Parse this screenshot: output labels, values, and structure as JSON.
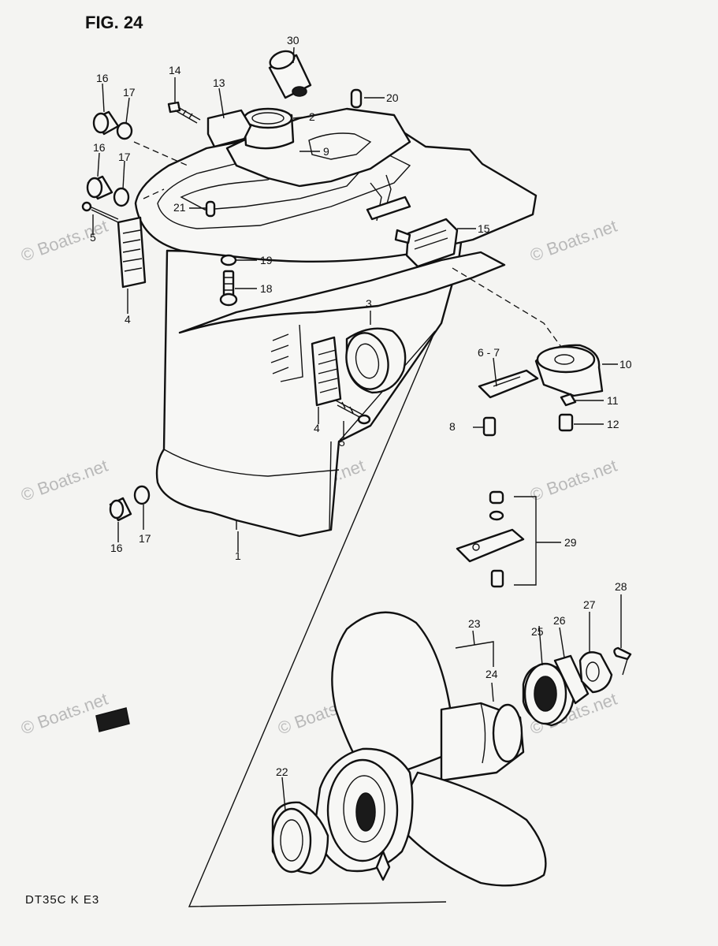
{
  "figure": {
    "title": "FIG. 24",
    "footer": "DT35C K E3"
  },
  "watermark": "© Boats.net",
  "callouts": {
    "c30": "30",
    "c14": "14",
    "c13": "13",
    "c16a": "16",
    "c17a": "17",
    "c2": "2",
    "c20": "20",
    "c9": "9",
    "c16b": "16",
    "c17b": "17",
    "c21": "21",
    "c5a": "5",
    "c4a": "4",
    "c15": "15",
    "c19": "19",
    "c18": "18",
    "c3": "3",
    "c10": "10",
    "c67": "6 - 7",
    "c11": "11",
    "c8": "8",
    "c12": "12",
    "c4b": "4",
    "c5b": "5",
    "c16c": "16",
    "c17c": "17",
    "c1": "1",
    "c29": "29",
    "c28": "28",
    "c23": "23",
    "c27": "27",
    "c26": "26",
    "c25": "25",
    "c24": "24",
    "c22": "22"
  }
}
